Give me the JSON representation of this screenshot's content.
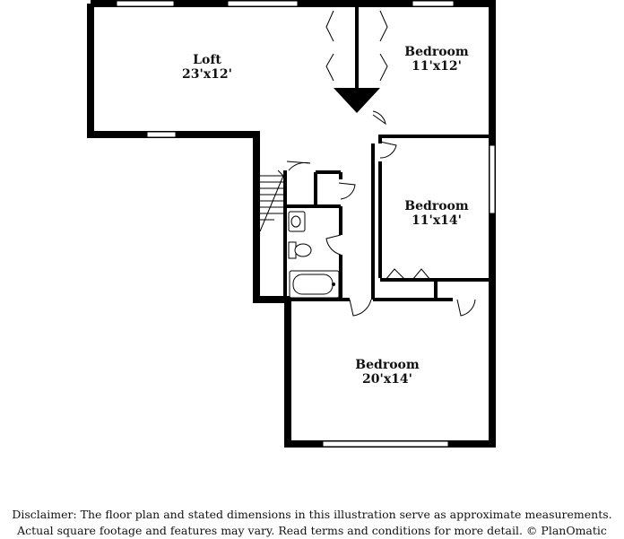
{
  "rooms": [
    {
      "id": "loft",
      "name": "Loft",
      "size": "23'x12'"
    },
    {
      "id": "bedroom-1",
      "name": "Bedroom",
      "size": "11'x12'"
    },
    {
      "id": "bedroom-2",
      "name": "Bedroom",
      "size": "11'x14'"
    },
    {
      "id": "bedroom-3",
      "name": "Bedroom",
      "size": "20'x14'"
    }
  ],
  "disclaimer": {
    "line1": "Disclaimer: The floor plan and stated dimensions in this illustration serve as approximate measurements.",
    "line2": "Actual square footage and features may vary. Read terms and conditions for more detail. © PlanOmatic"
  }
}
